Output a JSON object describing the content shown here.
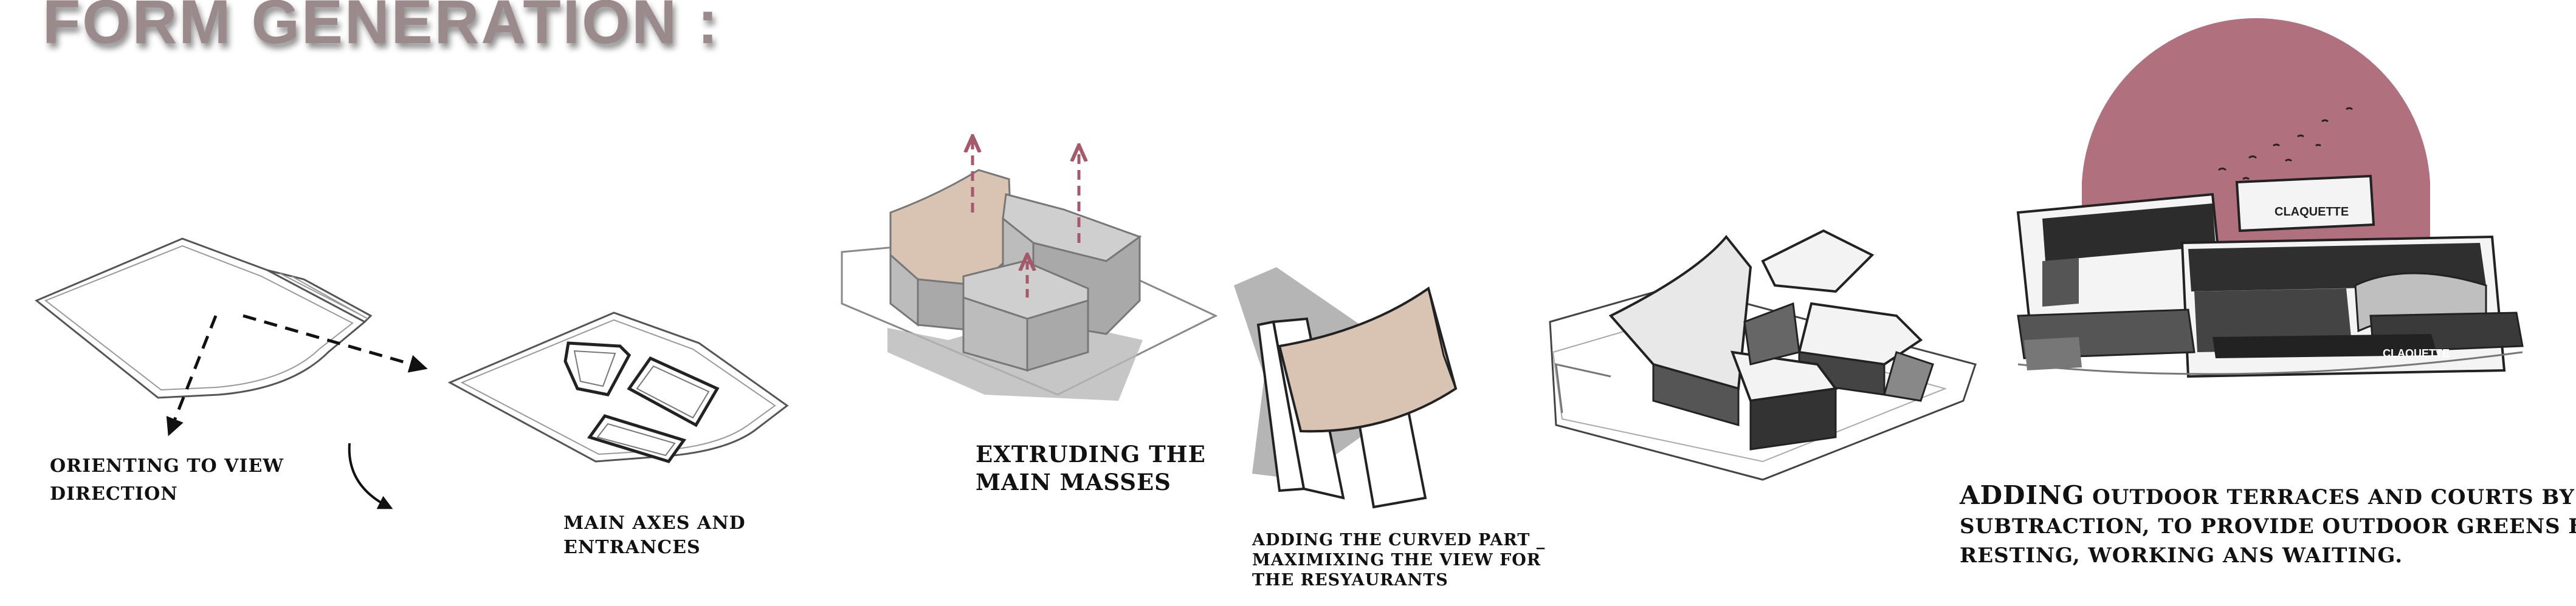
{
  "title": "FORM GENERATION :",
  "steps": [
    {
      "lines": [
        "ORIENTING TO VIEW",
        "DIRECTION"
      ]
    },
    {
      "lines": [
        "MAIN AXES AND",
        "ENTRANCES"
      ]
    },
    {
      "lines": [
        "EXTRUDING THE",
        "MAIN MASSES"
      ]
    },
    {
      "lines": [
        "ADDING THE CURVED PART _",
        "MAXIMIXING THE VIEW FOR",
        "THE RESYAURANTS"
      ]
    },
    {
      "lines_lead": "ADDING",
      "lines": [
        " OUTDOOR TERRACES AND COURTS BY",
        "SUBTRACTION, TO PROVIDE OUTDOOR GREENS FOR",
        "RESTING, WORKING ANS WAITING."
      ]
    }
  ],
  "building_signs": [
    "CLAQUETTE",
    "CLAQUETTE"
  ],
  "colors": {
    "title": "#9a8a8c",
    "accent": "#b0707e",
    "curve": "#d9c3b3",
    "mass": "#c4c4c4",
    "shadow": "#8f8f8f"
  }
}
